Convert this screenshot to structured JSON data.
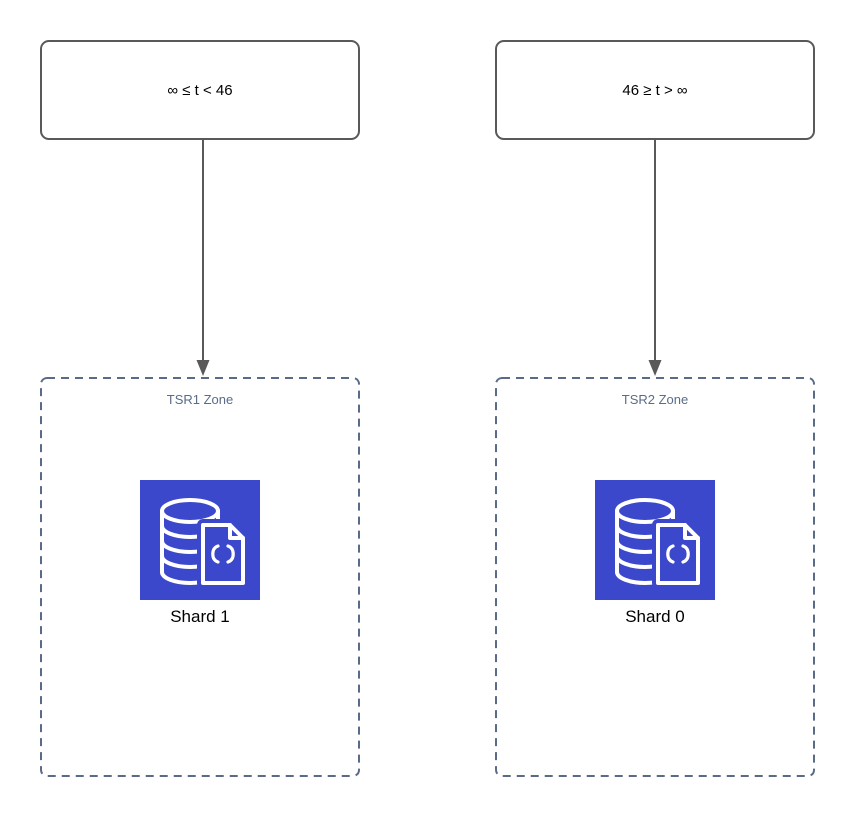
{
  "diagram": {
    "conditions": [
      {
        "label": "∞ ≤ t < 46"
      },
      {
        "label": "46 ≥ t > ∞"
      }
    ],
    "zones": [
      {
        "title": "TSR1 Zone",
        "shard_label": "Shard 1",
        "icon": "database-document-icon"
      },
      {
        "title": "TSR2 Zone",
        "shard_label": "Shard 0",
        "icon": "database-document-icon"
      }
    ],
    "colors": {
      "icon_bg": "#3B48CC",
      "zone_border": "#5A6B87",
      "zone_label": "#5A6C87",
      "box_border": "#595959",
      "arrow": "#595959",
      "node_text": "#000000"
    }
  }
}
